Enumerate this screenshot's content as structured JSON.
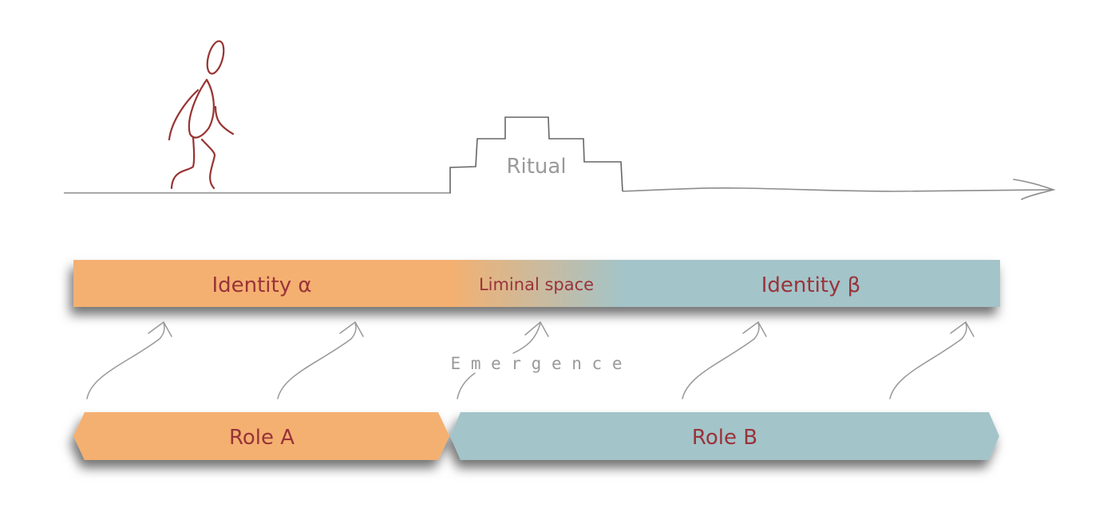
{
  "diagram": {
    "timeline": {
      "label": "timeline-arrow"
    },
    "ritual": {
      "label": "Ritual"
    },
    "identities": [
      {
        "label": "Identity α",
        "color": "#f4b070"
      },
      {
        "label": "Liminal space",
        "color_from": "#f4b070",
        "color_to": "#a3c4c9"
      },
      {
        "label": "Identity β",
        "color": "#a3c4c9"
      }
    ],
    "emergence": {
      "label": "E m e r g e n c e"
    },
    "roles": [
      {
        "label": "Role A",
        "color": "#f4b070"
      },
      {
        "label": "Role B",
        "color": "#a3c4c9"
      }
    ],
    "colors": {
      "text_dark_red": "#99333a",
      "figure_stroke": "#993333",
      "line_gray": "#8c8c8c",
      "label_gray": "#999999"
    }
  }
}
